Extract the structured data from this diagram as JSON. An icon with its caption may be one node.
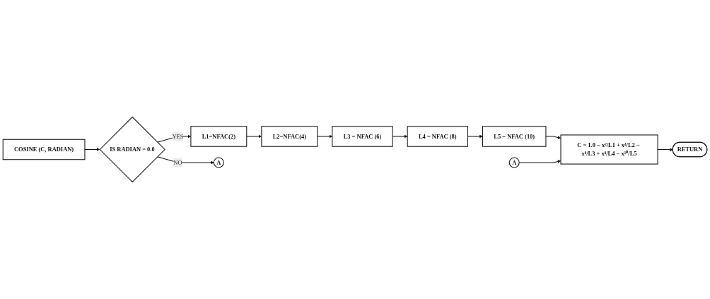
{
  "diagram": {
    "nodes": [
      {
        "text": [
          "COSINE (C, RADIAN)"
        ]
      },
      {
        "text": [
          "IS RADIAN = 0.0"
        ]
      },
      {
        "text": [
          "L1=NFAC(2)"
        ]
      },
      {
        "text": [
          "L2=NFAC(4)"
        ]
      },
      {
        "text": [
          "L3 = NFAC (6)"
        ]
      },
      {
        "text": [
          "L4 = NFAC (8)"
        ]
      },
      {
        "text": [
          "L5 = NFAC (10)"
        ]
      },
      {
        "text": [
          "A"
        ]
      },
      {
        "text": [
          "A"
        ]
      },
      {
        "text": [
          "C = 1.0 − x²/L1 + x⁴/L2 − x⁶/L3 + x⁸/L4 − x¹⁰/L5"
        ]
      },
      {
        "text": [
          "RETURN"
        ]
      }
    ],
    "edges": [
      {
        "from": 0,
        "to": 1,
        "arrow": "to"
      },
      {
        "from": 1,
        "to": 2,
        "arrow": "to",
        "label": "YES"
      },
      {
        "from": 1,
        "to": 7,
        "arrow": "to",
        "label": "NO"
      },
      {
        "from": 2,
        "to": 3,
        "arrow": "to"
      },
      {
        "from": 3,
        "to": 4,
        "arrow": "to"
      },
      {
        "from": 4,
        "to": 5,
        "arrow": "to"
      },
      {
        "from": 5,
        "to": 6,
        "arrow": "to"
      },
      {
        "from": 6,
        "to": 9,
        "arrow": "to"
      },
      {
        "from": 8,
        "to": 9,
        "arrow": "to"
      },
      {
        "from": 9,
        "to": 10,
        "arrow": "to"
      }
    ]
  }
}
